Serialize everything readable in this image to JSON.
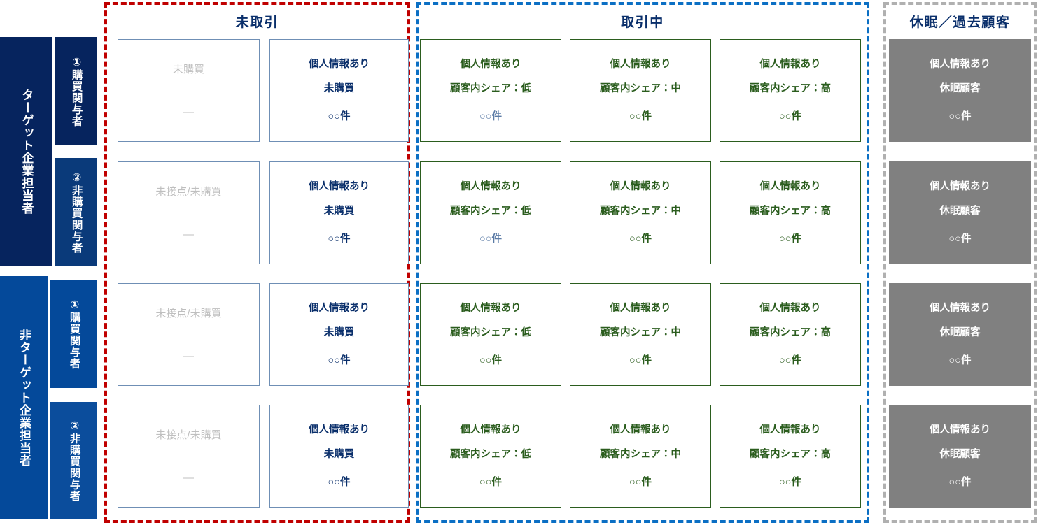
{
  "groups": [
    {
      "key": "untraded",
      "title": "未取引",
      "frame_color": "#c00000"
    },
    {
      "key": "trading",
      "title": "取引中",
      "frame_color": "#0b6fc4"
    },
    {
      "key": "dormant",
      "title": "休眠／過去顧客",
      "frame_color": "#b0b0b0"
    }
  ],
  "row_groups": [
    {
      "label": "ターゲット企業担当者",
      "color": "#06245e"
    },
    {
      "label": "非ターゲット企業担当者",
      "color": "#04499a"
    }
  ],
  "row_labels": [
    {
      "label": "①購買関与者",
      "color": "#06245e"
    },
    {
      "label": "②非購買関与者",
      "color": "#0a3a7a"
    },
    {
      "label": "①購買関与者",
      "color": "#04499a"
    },
    {
      "label": "②非購買関与者",
      "color": "#0b4d9c"
    }
  ],
  "columns": [
    {
      "key": "no-contact",
      "group": "untraded",
      "style": "outline-blue-muted"
    },
    {
      "key": "no-purchase",
      "group": "untraded",
      "style": "outline-blue"
    },
    {
      "key": "share-low",
      "group": "trading",
      "style": "outline-green"
    },
    {
      "key": "share-mid",
      "group": "trading",
      "style": "outline-green"
    },
    {
      "key": "share-high",
      "group": "trading",
      "style": "outline-green"
    },
    {
      "key": "dormant",
      "group": "dormant",
      "style": "filled-gray"
    }
  ],
  "cells": [
    [
      {
        "l1": "未購買",
        "l2": "",
        "l3": "—",
        "tone": "muted"
      },
      {
        "l1": "個人情報あり",
        "l2": "未購買",
        "l3": "○○件",
        "tone": "navy"
      },
      {
        "l1": "個人情報あり",
        "l2": "顧客内シェア：低",
        "l3": "○○件",
        "tone": "green",
        "l3_tone": "slate"
      },
      {
        "l1": "個人情報あり",
        "l2": "顧客内シェア：中",
        "l3": "○○件",
        "tone": "green"
      },
      {
        "l1": "個人情報あり",
        "l2": "顧客内シェア：高",
        "l3": "○○件",
        "tone": "green"
      },
      {
        "l1": "個人情報あり",
        "l2": "休眠顧客",
        "l3": "○○件",
        "tone": "white"
      }
    ],
    [
      {
        "l1": "未接点/未購買",
        "l2": "",
        "l3": "—",
        "tone": "muted"
      },
      {
        "l1": "個人情報あり",
        "l2": "未購買",
        "l3": "○○件",
        "tone": "navy"
      },
      {
        "l1": "個人情報あり",
        "l2": "顧客内シェア：低",
        "l3": "○○件",
        "tone": "green",
        "l3_tone": "slate"
      },
      {
        "l1": "個人情報あり",
        "l2": "顧客内シェア：中",
        "l3": "○○件",
        "tone": "green"
      },
      {
        "l1": "個人情報あり",
        "l2": "顧客内シェア：高",
        "l3": "○○件",
        "tone": "green"
      },
      {
        "l1": "個人情報あり",
        "l2": "休眠顧客",
        "l3": "○○件",
        "tone": "white"
      }
    ],
    [
      {
        "l1": "未接点/未購買",
        "l2": "",
        "l3": "—",
        "tone": "muted"
      },
      {
        "l1": "個人情報あり",
        "l2": "未購買",
        "l3": "○○件",
        "tone": "navy"
      },
      {
        "l1": "個人情報あり",
        "l2": "顧客内シェア：低",
        "l3": "○○件",
        "tone": "green"
      },
      {
        "l1": "個人情報あり",
        "l2": "顧客内シェア：中",
        "l3": "○○件",
        "tone": "green"
      },
      {
        "l1": "個人情報あり",
        "l2": "顧客内シェア：高",
        "l3": "○○件",
        "tone": "green"
      },
      {
        "l1": "個人情報あり",
        "l2": "休眠顧客",
        "l3": "○○件",
        "tone": "white"
      }
    ],
    [
      {
        "l1": "未接点/未購買",
        "l2": "",
        "l3": "—",
        "tone": "muted"
      },
      {
        "l1": "個人情報あり",
        "l2": "未購買",
        "l3": "○○件",
        "tone": "navy"
      },
      {
        "l1": "個人情報あり",
        "l2": "顧客内シェア：低",
        "l3": "○○件",
        "tone": "green"
      },
      {
        "l1": "個人情報あり",
        "l2": "顧客内シェア：中",
        "l3": "○○件",
        "tone": "green"
      },
      {
        "l1": "個人情報あり",
        "l2": "顧客内シェア：高",
        "l3": "○○件",
        "tone": "green"
      },
      {
        "l1": "個人情報あり",
        "l2": "休眠顧客",
        "l3": "○○件",
        "tone": "white"
      }
    ]
  ]
}
